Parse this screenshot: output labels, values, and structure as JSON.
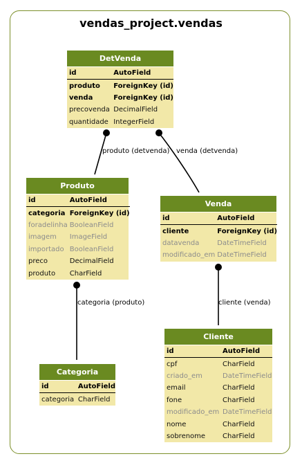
{
  "title": "vendas_project.vendas",
  "colors": {
    "header": "#6a8a21",
    "body": "#f2e8a8",
    "frame": "#7c8f2a",
    "dim_text": "#8c8c8c"
  },
  "models": [
    {
      "id": "detvenda",
      "name": "DetVenda",
      "fields": [
        {
          "name": "id",
          "type": "AutoField",
          "kind": "pk"
        },
        {
          "name": "produto",
          "type": "ForeignKey (id)",
          "kind": "fk"
        },
        {
          "name": "venda",
          "type": "ForeignKey (id)",
          "kind": "fk"
        },
        {
          "name": "precovenda",
          "type": "DecimalField",
          "kind": "plain"
        },
        {
          "name": "quantidade",
          "type": "IntegerField",
          "kind": "plain"
        }
      ]
    },
    {
      "id": "produto",
      "name": "Produto",
      "fields": [
        {
          "name": "id",
          "type": "AutoField",
          "kind": "pk"
        },
        {
          "name": "categoria",
          "type": "ForeignKey (id)",
          "kind": "fk"
        },
        {
          "name": "foradelinha",
          "type": "BooleanField",
          "kind": "dim"
        },
        {
          "name": "imagem",
          "type": "ImageField",
          "kind": "dim"
        },
        {
          "name": "importado",
          "type": "BooleanField",
          "kind": "dim"
        },
        {
          "name": "preco",
          "type": "DecimalField",
          "kind": "plain"
        },
        {
          "name": "produto",
          "type": "CharField",
          "kind": "plain"
        }
      ]
    },
    {
      "id": "venda",
      "name": "Venda",
      "fields": [
        {
          "name": "id",
          "type": "AutoField",
          "kind": "pk"
        },
        {
          "name": "cliente",
          "type": "ForeignKey (id)",
          "kind": "fk"
        },
        {
          "name": "datavenda",
          "type": "DateTimeField",
          "kind": "dim"
        },
        {
          "name": "modificado_em",
          "type": "DateTimeField",
          "kind": "dim"
        }
      ]
    },
    {
      "id": "categoria",
      "name": "Categoria",
      "fields": [
        {
          "name": "id",
          "type": "AutoField",
          "kind": "pk"
        },
        {
          "name": "categoria",
          "type": "CharField",
          "kind": "plain"
        }
      ]
    },
    {
      "id": "cliente",
      "name": "Cliente",
      "fields": [
        {
          "name": "id",
          "type": "AutoField",
          "kind": "pk"
        },
        {
          "name": "cpf",
          "type": "CharField",
          "kind": "plain"
        },
        {
          "name": "criado_em",
          "type": "DateTimeField",
          "kind": "dim"
        },
        {
          "name": "email",
          "type": "CharField",
          "kind": "plain"
        },
        {
          "name": "fone",
          "type": "CharField",
          "kind": "plain"
        },
        {
          "name": "modificado_em",
          "type": "DateTimeField",
          "kind": "dim"
        },
        {
          "name": "nome",
          "type": "CharField",
          "kind": "plain"
        },
        {
          "name": "sobrenome",
          "type": "CharField",
          "kind": "plain"
        }
      ]
    }
  ],
  "relations": [
    {
      "id": "r-produto",
      "label": "produto (detvenda)"
    },
    {
      "id": "r-venda",
      "label": "venda (detvenda)"
    },
    {
      "id": "r-categoria",
      "label": "categoria (produto)"
    },
    {
      "id": "r-cliente",
      "label": "cliente (venda)"
    }
  ]
}
